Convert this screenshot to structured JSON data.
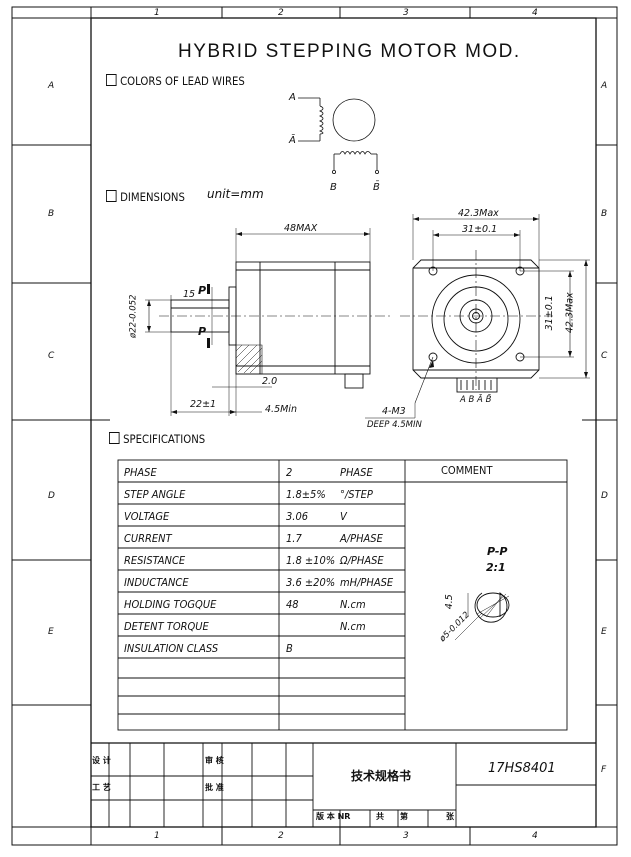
{
  "title": "HYBRID STEPPING MOTOR MOD.",
  "zones": {
    "columns": [
      "1",
      "2",
      "3",
      "4"
    ],
    "rows": [
      "A",
      "B",
      "C",
      "D",
      "E",
      "F"
    ]
  },
  "sections": {
    "lead_wires": "COLORS OF LEAD WIRES",
    "dimensions": "DIMENSIONS",
    "unit": "unit=mm",
    "specifications": "SPECIFICATIONS"
  },
  "wiring": {
    "a": "A",
    "a_bar": "Ā",
    "b": "B",
    "b_bar": "B̄"
  },
  "dims": {
    "length": "48MAX",
    "shaft_len": "15",
    "p_mark": "P",
    "shaft_dia": "ø22-0.052",
    "flange_thk": "2.0",
    "boss_len": "22±1",
    "gap": "4.5Min",
    "width": "42.3Max",
    "hole_pitch": "31±0.1",
    "hole_pitch_v": "31±0.1",
    "height": "42.3Max",
    "screw": "4-M3",
    "screw_depth": "DEEP 4.5MIN",
    "connector": "A B Ā B̄"
  },
  "specs": {
    "comment_header": "COMMENT",
    "rows": [
      {
        "name": "PHASE",
        "value": "2",
        "unit": "PHASE"
      },
      {
        "name": "STEP ANGLE",
        "value": "1.8±5%",
        "unit": "°/STEP"
      },
      {
        "name": "VOLTAGE",
        "value": "3.06",
        "unit": "V"
      },
      {
        "name": "CURRENT",
        "value": "1.7",
        "unit": "A/PHASE"
      },
      {
        "name": "RESISTANCE",
        "value": "1.8 ±10%",
        "unit": "Ω/PHASE"
      },
      {
        "name": "INDUCTANCE",
        "value": "3.6 ±20%",
        "unit": "mH/PHASE"
      },
      {
        "name": "HOLDING TOGQUE",
        "value": "48",
        "unit": "N.cm"
      },
      {
        "name": "DETENT TORQUE",
        "value": "",
        "unit": "N.cm"
      },
      {
        "name": "INSULATION CLASS",
        "value": "B",
        "unit": ""
      }
    ]
  },
  "detail": {
    "title": "P-P",
    "scale": "2:1",
    "flat": "4.5",
    "dia": "ø5-0.012"
  },
  "title_block": {
    "design": "设 计",
    "process": "工 艺",
    "review": "审 核",
    "approve": "批 准",
    "doc_title": "技术规格书",
    "model": "17HS8401",
    "version": "版 本 NR",
    "sheets": "共",
    "page": "第",
    "page_suffix": "张"
  }
}
